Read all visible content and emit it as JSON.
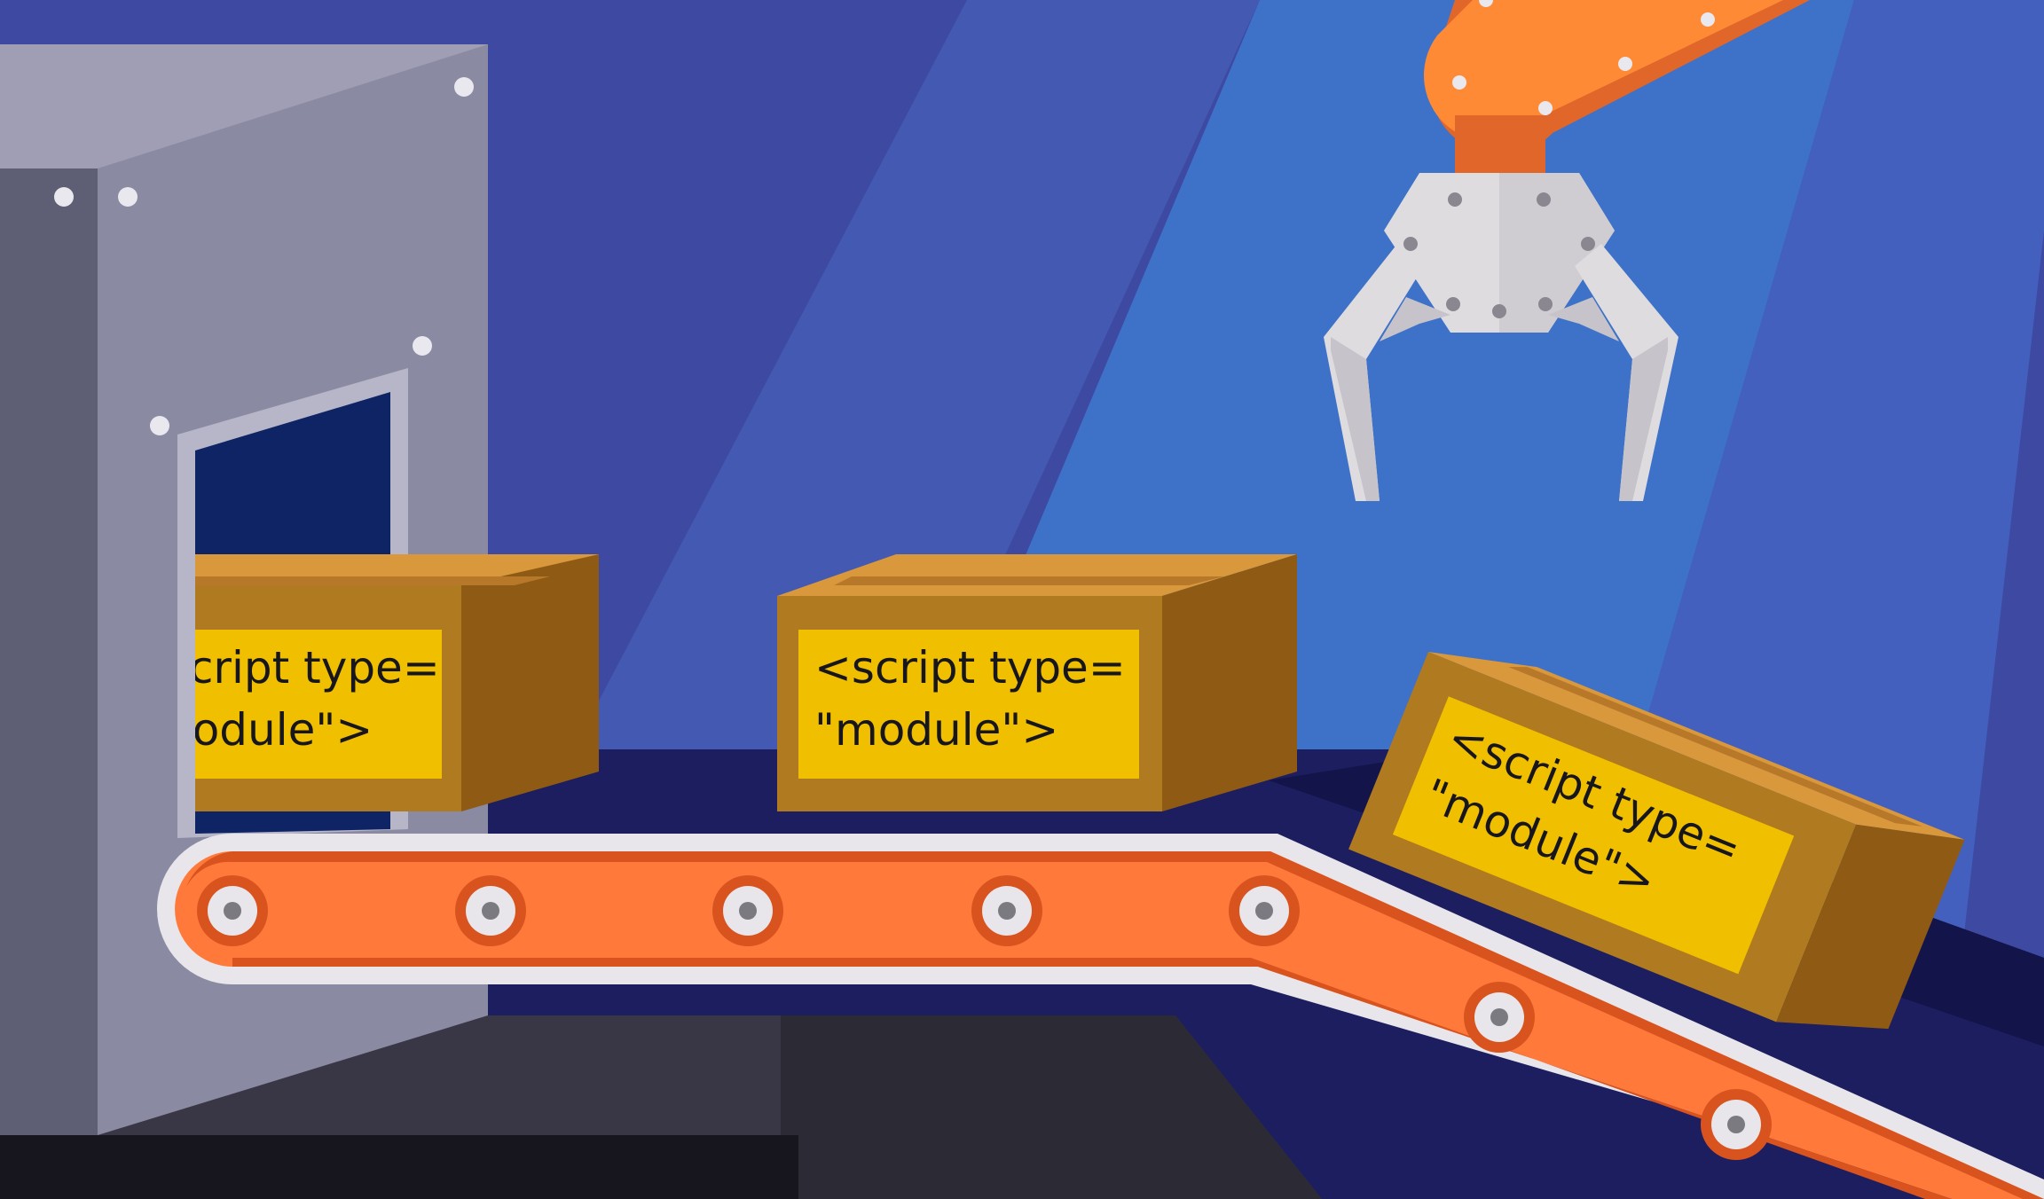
{
  "boxes": [
    {
      "line1": "<script type=",
      "line2": "\"module\">"
    },
    {
      "line1": "<script type=",
      "line2": "\"module\">"
    },
    {
      "line1": "<script type=",
      "line2": "\"module\">"
    }
  ],
  "colors": {
    "background": "#3e4aa2",
    "light_beam": "#3f6ec7",
    "belt_orange": "#ff7a3a",
    "belt_dark_orange": "#d9531e",
    "belt_outline": "#e8e6ea",
    "box_front": "#b07a20",
    "box_side": "#8e5a14",
    "box_top": "#d9983c",
    "label_yellow": "#f0bf00",
    "machine_gray": "#8a8aa2",
    "machine_dark": "#5e5e74",
    "machine_opening": "#0e2464",
    "claw_gray": "#dedcdf",
    "arm_orange": "#ff8a36"
  }
}
